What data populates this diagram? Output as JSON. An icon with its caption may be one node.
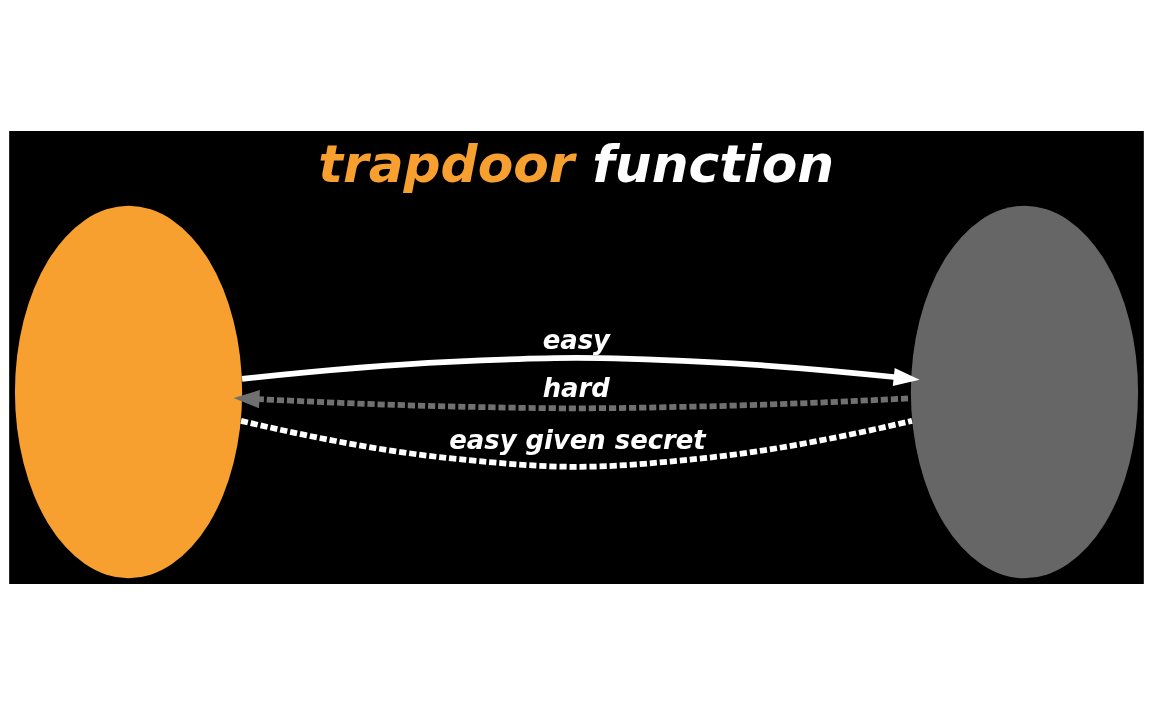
{
  "diagram": {
    "title": "trapdoor function",
    "nodes": [
      {
        "text": [],
        "shape": "ellipse"
      },
      {
        "text": [],
        "shape": "ellipse"
      }
    ],
    "edges": [
      {
        "from": 0,
        "to": 1,
        "arrow": "to",
        "label": "easy"
      },
      {
        "from": 1,
        "to": 0,
        "arrow": "to",
        "label": "hard",
        "style": "dashed",
        "color": "#707070"
      },
      {
        "from": 1,
        "to": 0,
        "arrow": "none",
        "label": "easy given secret",
        "style": "dashed"
      }
    ]
  }
}
